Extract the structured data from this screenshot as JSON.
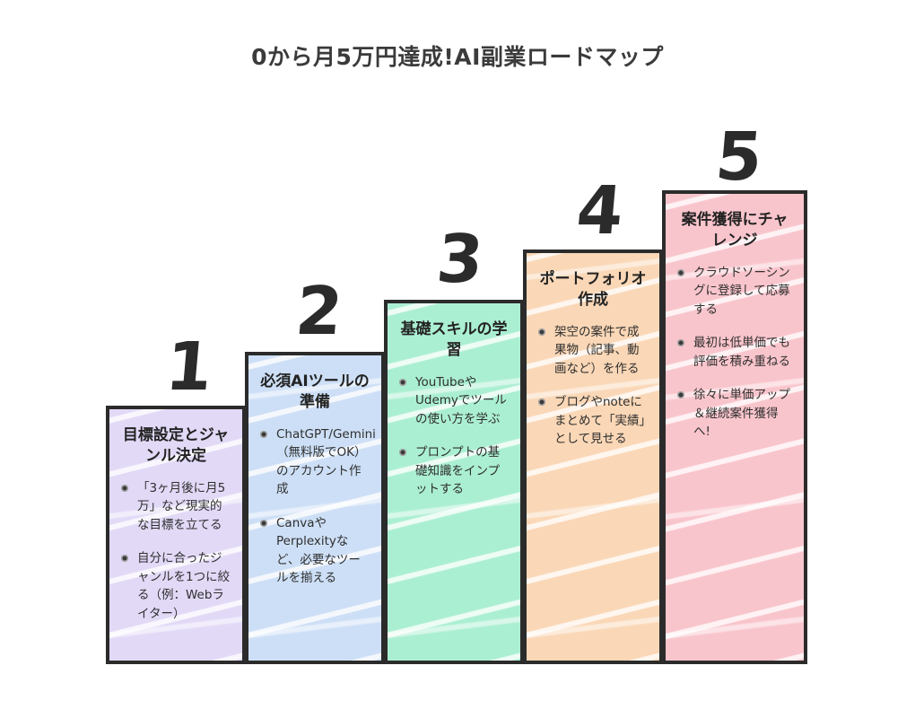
{
  "title": "0から月5万円達成!AI副業ロードマップ",
  "colors": {
    "background": "#ffffff",
    "border": "#2b2b2b",
    "title_text": "#3b3b3b",
    "heading_text": "#232323",
    "body_text": "#2f2f2f",
    "bullet_dot": "#3a3a3a",
    "step1_fill": "#e2d9f7",
    "step2_fill": "#cddff6",
    "step3_fill": "#abefd2",
    "step4_fill": "#fad7b6",
    "step5_fill": "#f9c5cc"
  },
  "steps": [
    {
      "number": "1",
      "heading": "目標設定とジャンル決定",
      "fill": "#e2d9f7",
      "bullets": [
        "「3ヶ月後に月5万」など現実的な目標を立てる",
        "自分に合ったジャンルを1つに絞る（例：Webライター）"
      ]
    },
    {
      "number": "2",
      "heading": "必須AIツールの準備",
      "fill": "#cddff6",
      "bullets": [
        "ChatGPT/Gemini（無料版でOK）のアカウント作成",
        "CanvaやPerplexityなど、必要なツールを揃える"
      ]
    },
    {
      "number": "3",
      "heading": "基礎スキルの学習",
      "fill": "#abefd2",
      "bullets": [
        "YouTubeやUdemyでツールの使い方を学ぶ",
        "プロンプトの基礎知識をインプットする"
      ]
    },
    {
      "number": "4",
      "heading": "ポートフォリオ作成",
      "fill": "#fad7b6",
      "bullets": [
        "架空の案件で成果物（記事、動画など）を作る",
        "ブログやnoteにまとめて「実績」として見せる"
      ]
    },
    {
      "number": "5",
      "heading": "案件獲得にチャレンジ",
      "fill": "#f9c5cc",
      "bullets": [
        "クラウドソーシングに登録して応募する",
        "最初は低単価でも評価を積み重ねる",
        "徐々に単価アップ＆継続案件獲得へ!"
      ]
    }
  ]
}
